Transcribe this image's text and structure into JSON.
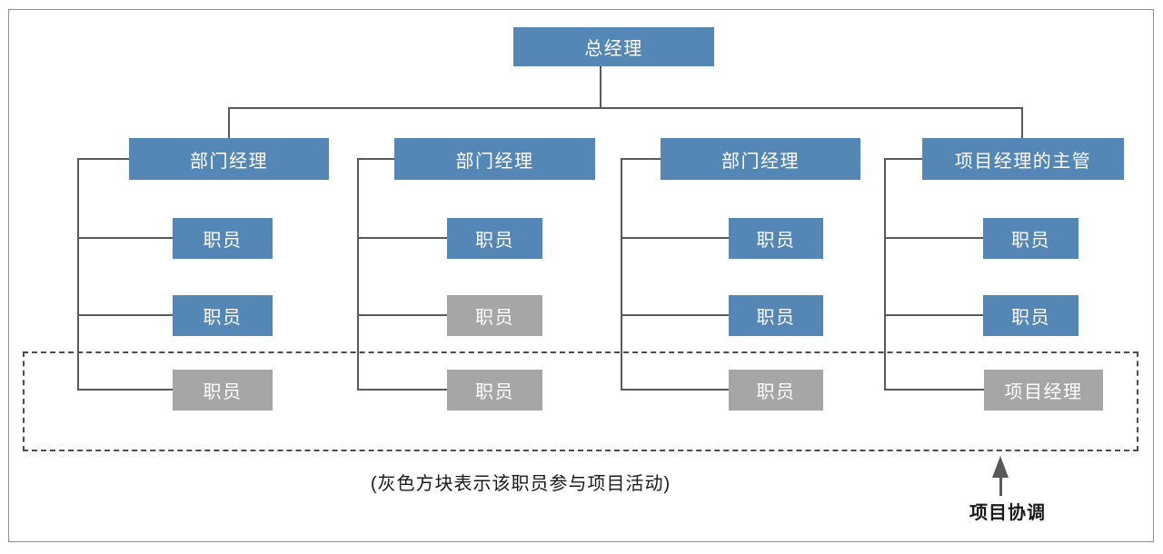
{
  "chart": {
    "root": {
      "label": "总经理",
      "variant": "blue"
    },
    "branches": [
      {
        "manager": {
          "label": "部门经理",
          "variant": "blue"
        },
        "children": [
          {
            "label": "职员",
            "variant": "blue"
          },
          {
            "label": "职员",
            "variant": "blue"
          },
          {
            "label": "职员",
            "variant": "gray"
          }
        ]
      },
      {
        "manager": {
          "label": "部门经理",
          "variant": "blue"
        },
        "children": [
          {
            "label": "职员",
            "variant": "blue"
          },
          {
            "label": "职员",
            "variant": "gray"
          },
          {
            "label": "职员",
            "variant": "gray"
          }
        ]
      },
      {
        "manager": {
          "label": "部门经理",
          "variant": "blue"
        },
        "children": [
          {
            "label": "职员",
            "variant": "blue"
          },
          {
            "label": "职员",
            "variant": "blue"
          },
          {
            "label": "职员",
            "variant": "gray"
          }
        ]
      },
      {
        "manager": {
          "label": "项目经理的主管",
          "variant": "blue"
        },
        "children": [
          {
            "label": "职员",
            "variant": "blue"
          },
          {
            "label": "职员",
            "variant": "blue"
          },
          {
            "label": "项目经理",
            "variant": "gray"
          }
        ]
      }
    ],
    "caption": "(灰色方块表示该职员参与项目活动)",
    "arrow_label": "项目协调",
    "colors": {
      "blue": "#5587B6",
      "gray": "#A6A6A6",
      "line": "#595959",
      "dash": "#4D4D4D",
      "frame": "#8F8F8F",
      "text_on_box": "#FFFFFF",
      "caption_text": "#1A1A1A"
    }
  }
}
